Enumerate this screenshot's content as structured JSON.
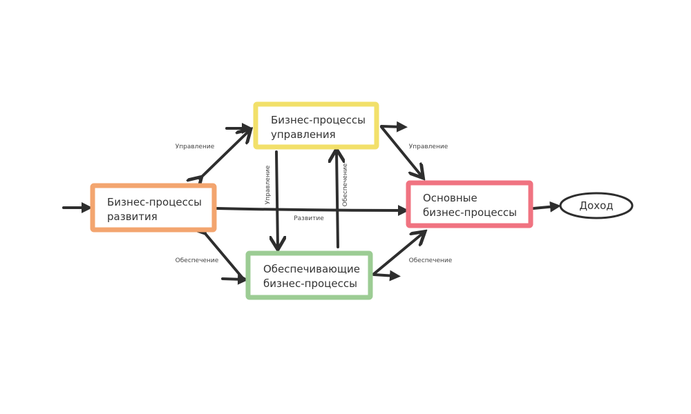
{
  "nodes": {
    "management": {
      "line1": "Бизнес-процессы",
      "line2": "управления",
      "color": "#f2e06a"
    },
    "development": {
      "line1": "Бизнес-процессы",
      "line2": "развития",
      "color": "#f3a56f"
    },
    "core": {
      "line1": "Основные",
      "line2": "бизнес-процессы",
      "color": "#f07381"
    },
    "support": {
      "line1": "Обеспечивающие",
      "line2": "бизнес-процессы",
      "color": "#9ccc94"
    },
    "income": {
      "label": "Доход"
    }
  },
  "edges": {
    "mgmt_dev": "Управление",
    "mgmt_core": "Управление",
    "dev_support": "Обеспечение",
    "support_core": "Обеспечение",
    "dev_core": "Развитие",
    "mgmt_support": "Управление",
    "support_mgmt": "Обеспечение"
  }
}
